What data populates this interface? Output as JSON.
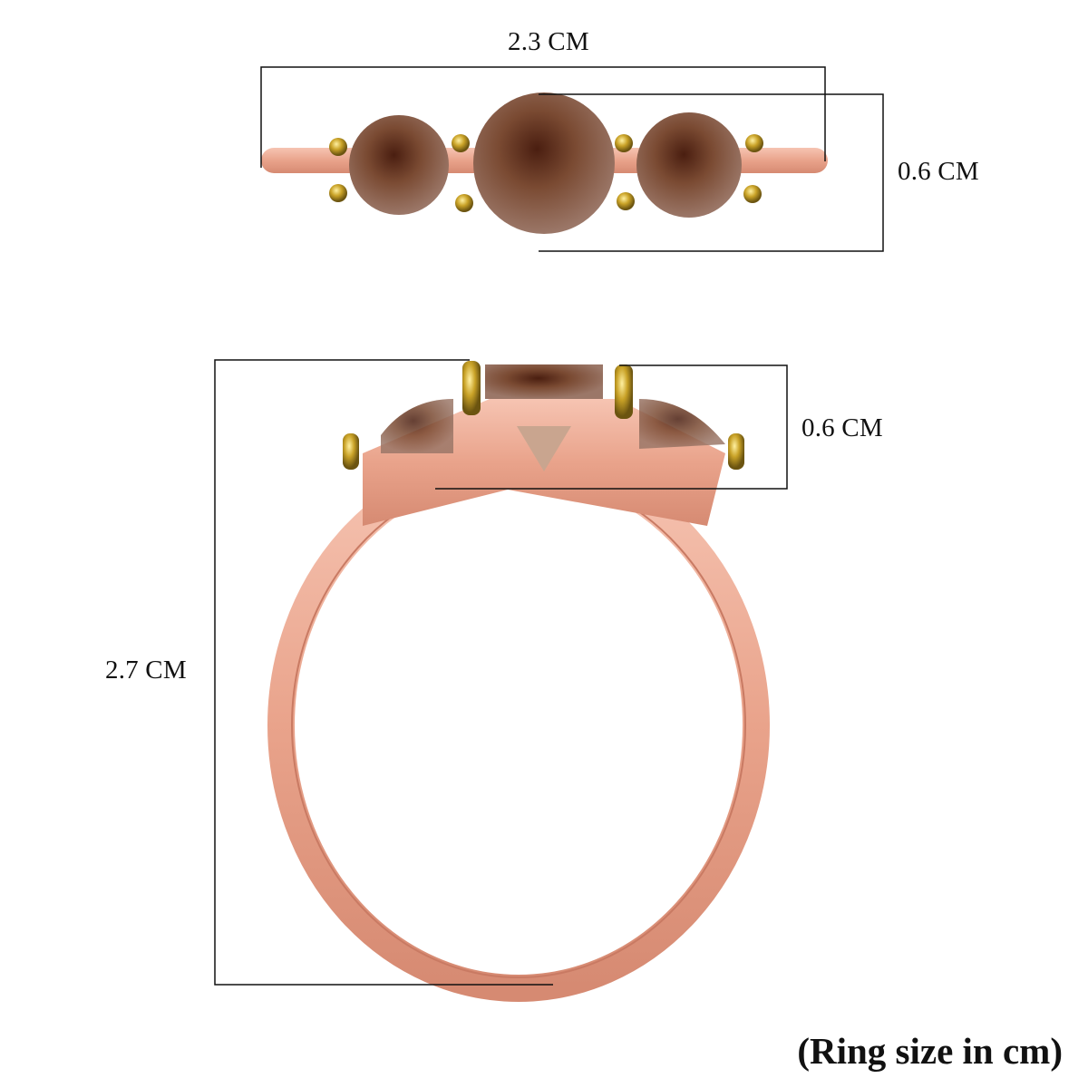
{
  "top_view": {
    "width_label": "2.3 CM",
    "height_label": "0.6 CM",
    "stones": [
      "left-stone",
      "center-stone",
      "right-stone"
    ]
  },
  "side_view": {
    "height_label": "2.7 CM",
    "stone_height_label": "0.6 CM"
  },
  "caption": "(Ring size in cm)",
  "colors": {
    "rose_gold": "#e9a38b",
    "rose_gold_dark": "#c97a63",
    "prong_gold": "#c9a227",
    "stone_brown": "#7a4a32",
    "stone_dark": "#3b1a0e",
    "line": "#111111"
  }
}
